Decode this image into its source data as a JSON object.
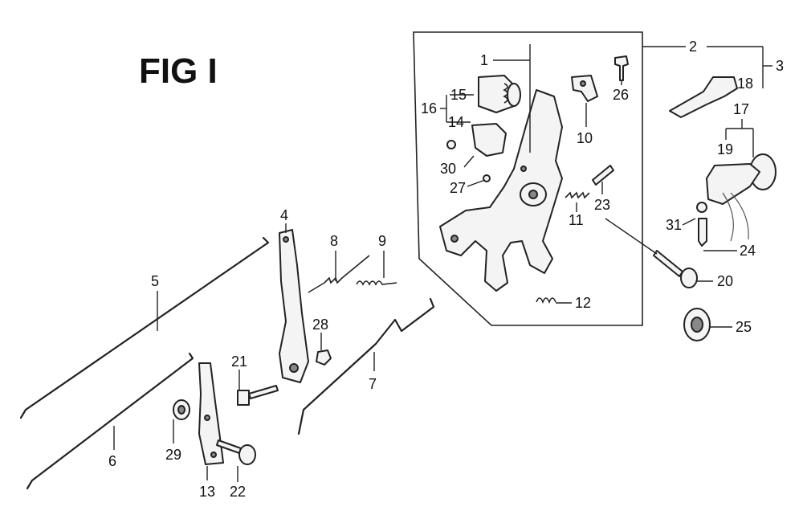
{
  "figure": {
    "title": "FIG I",
    "callouts": {
      "c1": "1",
      "c2": "2",
      "c3": "3",
      "c4": "4",
      "c5": "5",
      "c6": "6",
      "c7": "7",
      "c8": "8",
      "c9": "9",
      "c10": "10",
      "c11": "11",
      "c12": "12",
      "c13": "13",
      "c14": "14",
      "c15": "15",
      "c16": "16",
      "c17": "17",
      "c18": "18",
      "c19": "19",
      "c20": "20",
      "c21": "21",
      "c22": "22",
      "c23": "23",
      "c24": "24",
      "c25": "25",
      "c26": "26",
      "c27": "27",
      "c28": "28",
      "c29": "29",
      "c30": "30",
      "c31": "31"
    }
  },
  "colors": {
    "ink": "#222222",
    "background": "#ffffff"
  }
}
